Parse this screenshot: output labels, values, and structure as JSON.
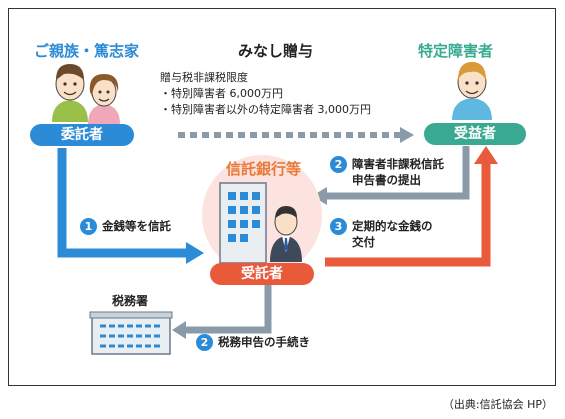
{
  "title": "みなし贈与",
  "parties": {
    "truster_heading": "ご親族・篤志家",
    "truster_label": "委託者",
    "beneficiary_heading": "特定障害者",
    "beneficiary_label": "受益者",
    "trustee_heading": "信託銀行等",
    "trustee_label": "受託者",
    "tax_office_heading": "税務署"
  },
  "gift_tax_note": {
    "line1": "贈与税非課税限度",
    "line2": "・特別障害者 6,000万円",
    "line3": "・特別障害者以外の特定障害者 3,000万円"
  },
  "steps": [
    {
      "num": "1",
      "text": "金銭等を信託"
    },
    {
      "num": "2",
      "line1": "障害者非課税信託",
      "line2": "申告書の提出"
    },
    {
      "num": "3",
      "line1": "定期的な金銭の",
      "line2": "交付"
    },
    {
      "num": "2",
      "text": "税務申告の手続き"
    }
  ],
  "source": "（出典:信託協会 HP）",
  "colors": {
    "blue": "#2b8bd6",
    "green": "#3aa992",
    "red": "#e85a3a",
    "gray_arrow": "#8a9aa8",
    "orange_heading": "#e87a3a"
  }
}
